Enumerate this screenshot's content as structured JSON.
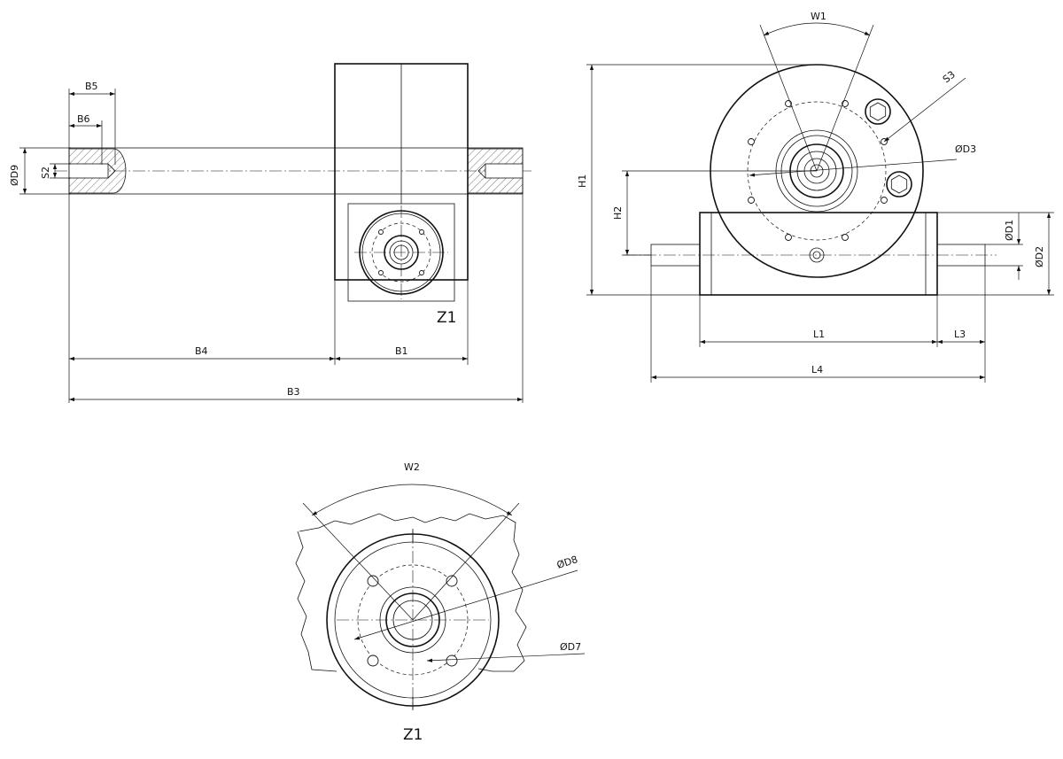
{
  "drawing": {
    "side_view": {
      "labels": {
        "b5": "B5",
        "b6": "B6",
        "d9": "ØD9",
        "s2": "S2",
        "b4": "B4",
        "b1": "B1",
        "b3": "B3",
        "z1": "Z1"
      }
    },
    "front_view": {
      "labels": {
        "w1": "W1",
        "s3": "S3",
        "d3": "ØD3",
        "h1": "H1",
        "h2": "H2",
        "d1": "ØD1",
        "d2": "ØD2",
        "l1": "L1",
        "l3": "L3",
        "l4": "L4"
      }
    },
    "detail_view": {
      "labels": {
        "w2": "W2",
        "d8": "ØD8",
        "d7": "ØD7",
        "z1": "Z1"
      }
    }
  }
}
